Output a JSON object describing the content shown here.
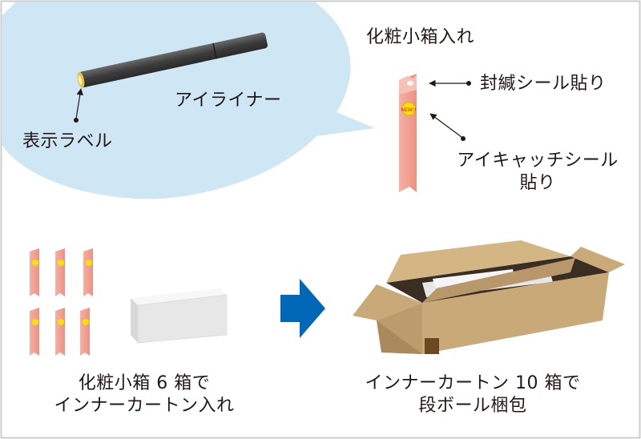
{
  "labels": {
    "small_box": "化粧小箱入れ",
    "eyeliner": "アイライナー",
    "display_label": "表示ラベル",
    "seal": "封緘シール貼り",
    "eye_catch_line1": "アイキャッチシール",
    "eye_catch_line2": "貼り",
    "step1_line1": "化粧小箱 6 箱で",
    "step1_line2": "インナーカートン入れ",
    "step2_line1": "インナーカートン 10 箱で",
    "step2_line2": "段ボール梱包"
  },
  "sticker_text": "NEW!!",
  "colors": {
    "bubble": "#cfe6f5",
    "box_pink": "#f19e90",
    "sticker": "#ffe100",
    "arrow": "#0068b7",
    "cardboard": "#c9a977",
    "frame": "#cccccc"
  }
}
